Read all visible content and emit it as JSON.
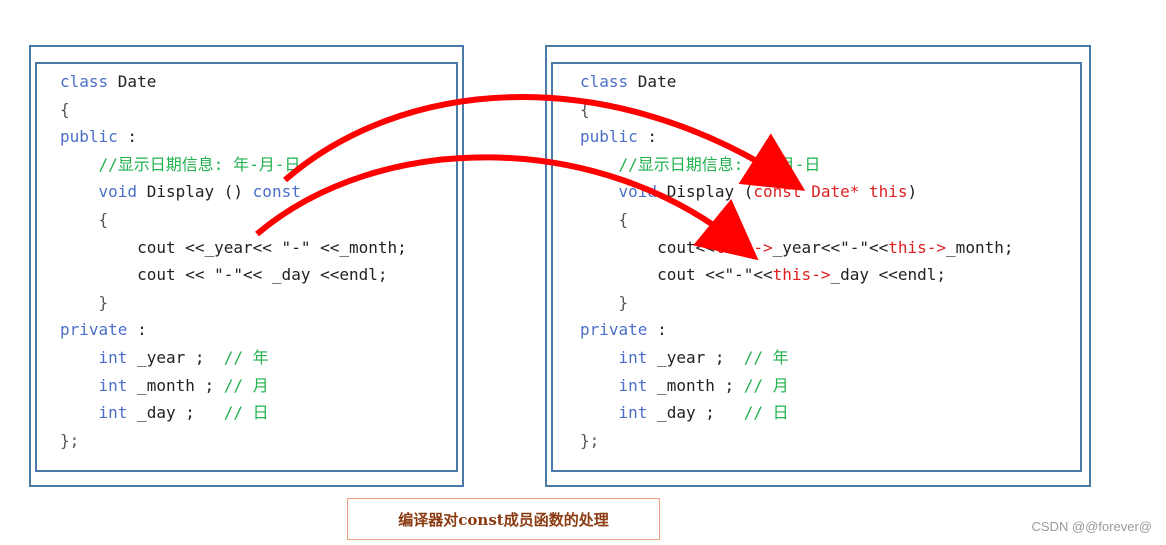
{
  "left_panel": {
    "lines": [
      [
        {
          "t": "class ",
          "c": "kw"
        },
        {
          "t": "Date",
          "c": "plain"
        }
      ],
      [
        {
          "t": "{",
          "c": "sym"
        }
      ],
      [
        {
          "t": "public",
          "c": "kw"
        },
        {
          "t": " :",
          "c": "plain"
        }
      ],
      [
        {
          "t": "    //显示日期信息: 年-月-日",
          "c": "cm"
        }
      ],
      [
        {
          "t": "    void ",
          "c": "kw"
        },
        {
          "t": "Display () ",
          "c": "plain"
        },
        {
          "t": "const",
          "c": "kw"
        }
      ],
      [
        {
          "t": "    {",
          "c": "sym"
        }
      ],
      [
        {
          "t": "        cout <<_year<< \"-\" <<_month;",
          "c": "plain"
        }
      ],
      [
        {
          "t": "        cout << \"-\"<< _day <<endl;",
          "c": "plain"
        }
      ],
      [
        {
          "t": "    }",
          "c": "sym"
        }
      ],
      [
        {
          "t": "private",
          "c": "kw"
        },
        {
          "t": " :",
          "c": "plain"
        }
      ],
      [
        {
          "t": "    int ",
          "c": "kw"
        },
        {
          "t": "_year ;  ",
          "c": "plain"
        },
        {
          "t": "// 年",
          "c": "cm"
        }
      ],
      [
        {
          "t": "    int ",
          "c": "kw"
        },
        {
          "t": "_month ; ",
          "c": "plain"
        },
        {
          "t": "// 月",
          "c": "cm"
        }
      ],
      [
        {
          "t": "    int ",
          "c": "kw"
        },
        {
          "t": "_day ;   ",
          "c": "plain"
        },
        {
          "t": "// 日",
          "c": "cm"
        }
      ],
      [
        {
          "t": "};",
          "c": "sym"
        }
      ]
    ]
  },
  "right_panel": {
    "lines": [
      [
        {
          "t": "class ",
          "c": "kw"
        },
        {
          "t": "Date",
          "c": "plain"
        }
      ],
      [
        {
          "t": "{",
          "c": "sym"
        }
      ],
      [
        {
          "t": "public",
          "c": "kw"
        },
        {
          "t": " :",
          "c": "plain"
        }
      ],
      [
        {
          "t": "    //显示日期信息: 年-月-日",
          "c": "cm"
        }
      ],
      [
        {
          "t": "    void ",
          "c": "kw"
        },
        {
          "t": "Display (",
          "c": "plain"
        },
        {
          "t": "const Date* this",
          "c": "red"
        },
        {
          "t": ")",
          "c": "plain"
        }
      ],
      [
        {
          "t": "    {",
          "c": "sym"
        }
      ],
      [
        {
          "t": "        cout<<",
          "c": "plain"
        },
        {
          "t": "this->",
          "c": "red"
        },
        {
          "t": "_year<<\"-\"<<",
          "c": "plain"
        },
        {
          "t": "this->",
          "c": "red"
        },
        {
          "t": "_month;",
          "c": "plain"
        }
      ],
      [
        {
          "t": "        cout <<\"-\"<<",
          "c": "plain"
        },
        {
          "t": "this->",
          "c": "red"
        },
        {
          "t": "_day <<endl;",
          "c": "plain"
        }
      ],
      [
        {
          "t": "    }",
          "c": "sym"
        }
      ],
      [
        {
          "t": "private",
          "c": "kw"
        },
        {
          "t": " :",
          "c": "plain"
        }
      ],
      [
        {
          "t": "    int ",
          "c": "kw"
        },
        {
          "t": "_year ;  ",
          "c": "plain"
        },
        {
          "t": "// 年",
          "c": "cm"
        }
      ],
      [
        {
          "t": "    int ",
          "c": "kw"
        },
        {
          "t": "_month ; ",
          "c": "plain"
        },
        {
          "t": "// 月",
          "c": "cm"
        }
      ],
      [
        {
          "t": "    int ",
          "c": "kw"
        },
        {
          "t": "_day ;   ",
          "c": "plain"
        },
        {
          "t": "// 日",
          "c": "cm"
        }
      ],
      [
        {
          "t": "};",
          "c": "sym"
        }
      ]
    ]
  },
  "caption": "编译器对const成员函数的处理",
  "watermark": "CSDN @@forever@",
  "colors": {
    "border": "#4a7ba8",
    "keyword": "#4b6fc8",
    "comment": "#22b14c",
    "highlight": "#e02020",
    "arrow": "#ff0000"
  }
}
